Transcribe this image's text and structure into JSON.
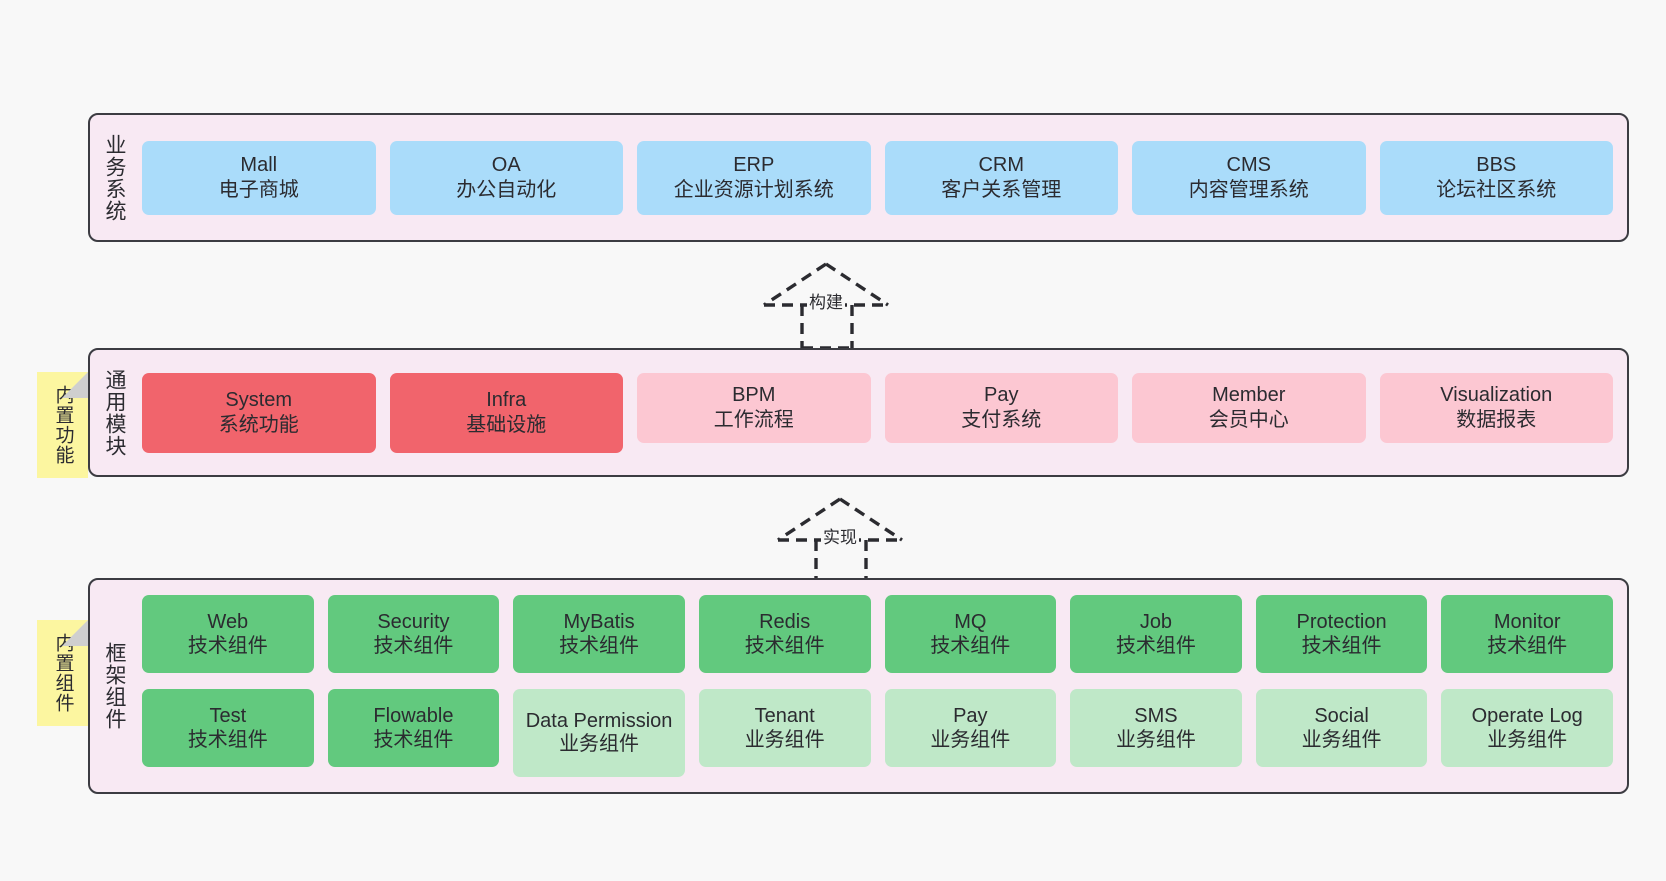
{
  "diagram": {
    "background": "#f8f8f8",
    "frame_border_color": "#3c3c42",
    "frame_fill_color": "#f8e9f3",
    "note_color": "#fcf6a0"
  },
  "layers": [
    {
      "id": "business-systems",
      "title": "业务系统",
      "note": null,
      "card_color": "#aadcfa",
      "rows": [
        {
          "cards": [
            {
              "name": "Mall",
              "desc": "电子商城",
              "color": "#aadcfa"
            },
            {
              "name": "OA",
              "desc": "办公自动化",
              "color": "#aadcfa"
            },
            {
              "name": "ERP",
              "desc": "企业资源计划系统",
              "color": "#aadcfa"
            },
            {
              "name": "CRM",
              "desc": "客户关系管理",
              "color": "#aadcfa"
            },
            {
              "name": "CMS",
              "desc": "内容管理系统",
              "color": "#aadcfa"
            },
            {
              "name": "BBS",
              "desc": "论坛社区系统",
              "color": "#aadcfa"
            }
          ]
        }
      ]
    },
    {
      "id": "common-modules",
      "title": "通用模块",
      "note": "内置功能",
      "rows": [
        {
          "cards": [
            {
              "name": "System",
              "desc": "系统功能",
              "color": "#f1646c"
            },
            {
              "name": "Infra",
              "desc": "基础设施",
              "color": "#f1646c"
            },
            {
              "name": "BPM",
              "desc": "工作流程",
              "color": "#fcc7d2"
            },
            {
              "name": "Pay",
              "desc": "支付系统",
              "color": "#fcc7d2"
            },
            {
              "name": "Member",
              "desc": "会员中心",
              "color": "#fcc7d2"
            },
            {
              "name": "Visualization",
              "desc": "数据报表",
              "color": "#fcc7d2"
            }
          ]
        }
      ]
    },
    {
      "id": "framework-components",
      "title": "框架组件",
      "note": "内置组件",
      "rows": [
        {
          "cards": [
            {
              "name": "Web",
              "desc": "技术组件",
              "color": "#62c97e"
            },
            {
              "name": "Security",
              "desc": "技术组件",
              "color": "#62c97e"
            },
            {
              "name": "MyBatis",
              "desc": "技术组件",
              "color": "#62c97e"
            },
            {
              "name": "Redis",
              "desc": "技术组件",
              "color": "#62c97e"
            },
            {
              "name": "MQ",
              "desc": "技术组件",
              "color": "#62c97e"
            },
            {
              "name": "Job",
              "desc": "技术组件",
              "color": "#62c97e"
            },
            {
              "name": "Protection",
              "desc": "技术组件",
              "color": "#62c97e"
            },
            {
              "name": "Monitor",
              "desc": "技术组件",
              "color": "#62c97e"
            }
          ]
        },
        {
          "cards": [
            {
              "name": "Test",
              "desc": "技术组件",
              "color": "#62c97e"
            },
            {
              "name": "Flowable",
              "desc": "技术组件",
              "color": "#62c97e"
            },
            {
              "name": "Data Permission",
              "desc": "业务组件",
              "color": "#bfe8c8"
            },
            {
              "name": "Tenant",
              "desc": "业务组件",
              "color": "#bfe8c8"
            },
            {
              "name": "Pay",
              "desc": "业务组件",
              "color": "#bfe8c8"
            },
            {
              "name": "SMS",
              "desc": "业务组件",
              "color": "#bfe8c8"
            },
            {
              "name": "Social",
              "desc": "业务组件",
              "color": "#bfe8c8"
            },
            {
              "name": "Operate Log",
              "desc": "业务组件",
              "color": "#bfe8c8"
            }
          ]
        }
      ]
    }
  ],
  "connectors": [
    {
      "id": "build",
      "label": "构建",
      "from": "common-modules",
      "to": "business-systems"
    },
    {
      "id": "implement",
      "label": "实现",
      "from": "framework-components",
      "to": "common-modules"
    }
  ]
}
